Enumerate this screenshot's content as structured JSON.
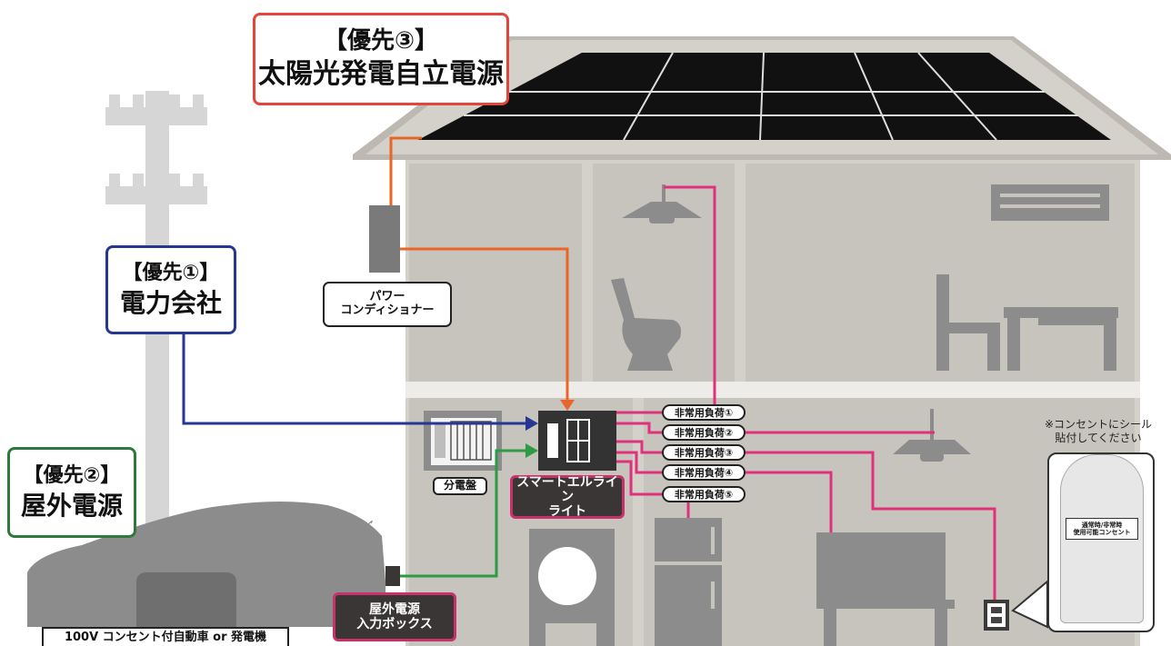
{
  "priority3": {
    "bracket": "【優先③】",
    "name": "太陽光発電自立電源",
    "border_color": "#e5443a"
  },
  "priority1": {
    "bracket": "【優先①】",
    "name": "電力会社",
    "border_color": "#263792"
  },
  "priority2": {
    "bracket": "【優先②】",
    "name": "屋外電源",
    "border_color": "#2e7a3d"
  },
  "power_conditioner": {
    "line1": "パワー",
    "line2": "コンディショナー"
  },
  "distribution_board": {
    "label": "分電盤"
  },
  "smart_el_line": {
    "line1": "スマートエルライン",
    "line2": "ライト",
    "border_color": "#c8326b"
  },
  "outdoor_input_box": {
    "line1": "屋外電源",
    "line2": "入力ボックス"
  },
  "emergency_loads": [
    "非常用負荷①",
    "非常用負荷②",
    "非常用負荷③",
    "非常用負荷④",
    "非常用負荷⑤"
  ],
  "outlet_note": {
    "line1": "※コンセントにシール",
    "line2": "貼付してください"
  },
  "outlet_sticker": {
    "line1": "通常時/非常時",
    "line2": "使用可能コンセント"
  },
  "car_caption": "100V コンセント付自動車 or 発電機",
  "colors": {
    "solar_line": "#e8662a",
    "grid_line": "#263792",
    "outdoor_line": "#2e9a44",
    "load_line": "#e0327a",
    "house_wall": "#d4d0ca",
    "house_interior": "#c7c3bd",
    "silhouette": "#8c8c8c"
  }
}
